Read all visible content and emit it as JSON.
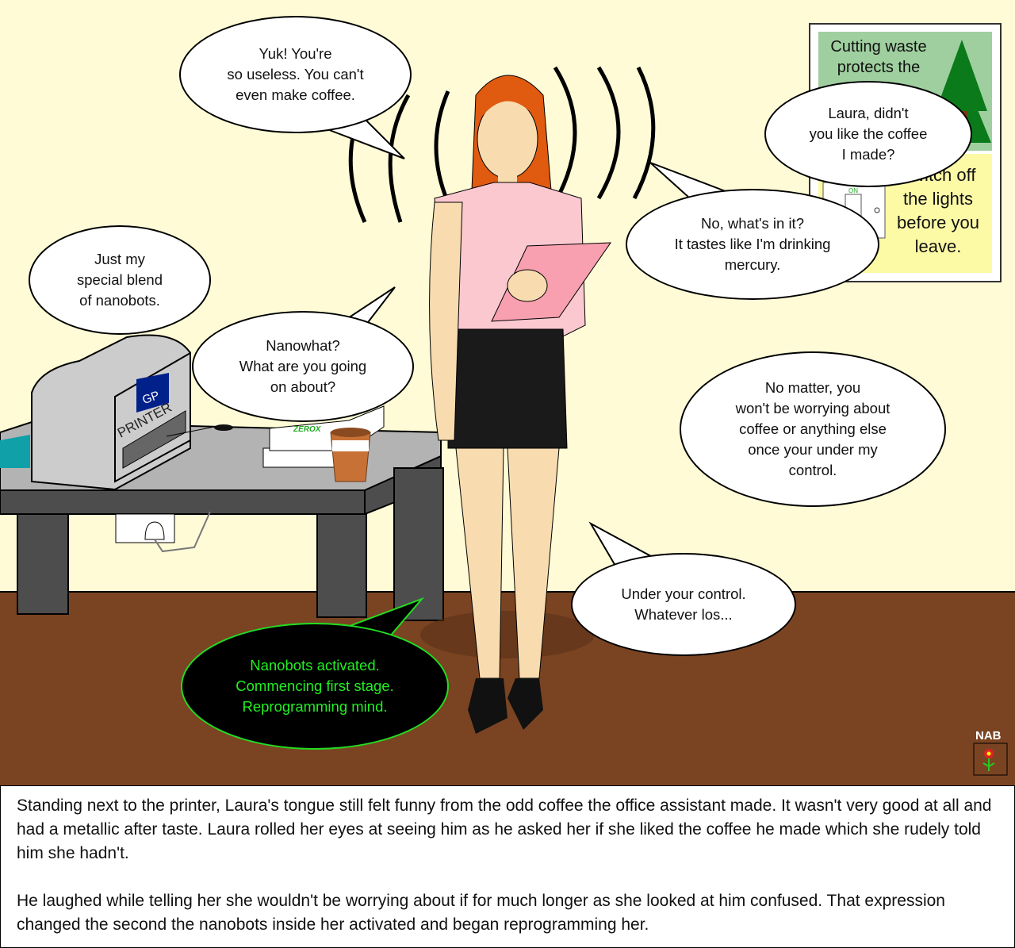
{
  "bubbles": {
    "yuk": "Yuk! You're\nso useless. You can't\neven make coffee.",
    "laura_didnt": "Laura, didn't\nyou like the coffee\nI made?",
    "whats_in_it": "No, what's in it?\nIt tastes like I'm drinking\nmercury.",
    "special_blend": "Just my\nspecial blend\nof nanobots.",
    "nanowhat": "Nanowhat?\nWhat are you going\non about?",
    "no_matter": "No matter, you\nwon't be worrying about\ncoffee or anything else\nonce your under my\ncontrol.",
    "under_control": "Under your control.\nWhatever los...",
    "nanobots_activated": "Nanobots activated.\nCommencing first stage.\nReprogramming mind."
  },
  "poster": {
    "top_text": "Cutting waste\nprotects the",
    "bottom_text": "Switch off\nthe lights\nbefore you\nleave.",
    "switch_label": "ON"
  },
  "printer": {
    "logo": "GP",
    "label": "PRINTER"
  },
  "box_label": "ZEROX",
  "signature": "NAB",
  "caption": {
    "paragraphs": [
      "Standing next to the printer, Laura's tongue still felt funny from the odd coffee the office assistant made. It wasn't very good at all and had a metallic after taste. Laura rolled her eyes at seeing him as he asked her if she liked the coffee he made which she rudely told him she hadn't.",
      "He laughed while telling her she wouldn't be worrying about if for much longer as she looked at him confused. That expression changed the second the nanobots inside her activated and began reprogramming her."
    ]
  },
  "colors": {
    "wall": "#fefbd6",
    "floor": "#7a4422",
    "desk": "#b3b3b3",
    "terminal_green": "#22ee22"
  }
}
